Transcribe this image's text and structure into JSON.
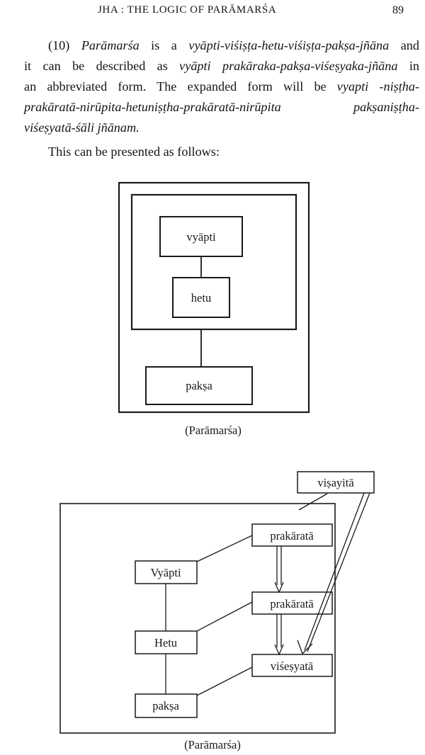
{
  "header": {
    "running_title": "JHA : THE LOGIC OF PARĀMARŚA",
    "page_number": "89"
  },
  "body": {
    "line1_a": "(10) ",
    "line1_b": "Parāmarśa",
    "line1_c": " is a ",
    "line1_d": "vyāpti-viśiṣṭa-hetu-viśiṣṭa-pakṣa-jñāna",
    "line1_e": " and",
    "line2_a": "it can be described as ",
    "line2_b": "vyāpti prakāraka-pakṣa-viśeṣyaka-jñāna",
    "line2_c": " in",
    "line3_a": "an abbreviated form. The expanded form will be ",
    "line3_b": "vyapti -niṣṭha-",
    "line4": "prakāratā-nirūpita-hetuniṣṭha-prakāratā-nirūpita pakṣaniṣṭha-",
    "line5": "viśeṣyatā-śāli jñānam.",
    "follows": "This can be presented as follows:"
  },
  "diagram1": {
    "vyapti": "vyāpti",
    "hetu": "hetu",
    "paksa": "pakṣa",
    "caption": "(Parāmarśa)"
  },
  "diagram2": {
    "visayita": "viṣayitā",
    "prakarata_top": "prakāratā",
    "vyapti": "Vyāpti",
    "prakarata_mid": "prakāratā",
    "hetu": "Hetu",
    "visesyata": "viśeṣyatā",
    "paksa": "pakṣa",
    "caption": "(Parāmarśa)"
  }
}
